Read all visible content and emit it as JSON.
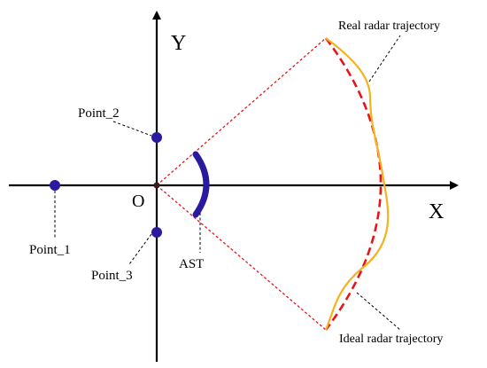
{
  "axes": {
    "x_label": "X",
    "y_label": "Y",
    "origin_label": "O"
  },
  "points": {
    "point_1": "Point_1",
    "point_2": "Point_2",
    "point_3": "Point_3"
  },
  "ast_label": "AST",
  "trajectories": {
    "real_label": "Real radar trajectory",
    "ideal_label": "Ideal radar trajectory"
  },
  "colors": {
    "axis": "#000000",
    "point": "#2a1aa0",
    "ast": "#2a1aa0",
    "boundary": "#e8141a",
    "ideal": "#e8141a",
    "real": "#f5b21e"
  }
}
